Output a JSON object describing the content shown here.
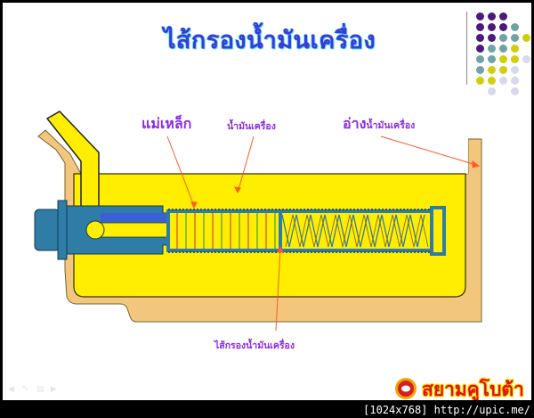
{
  "slide": {
    "title": "ไส้กรองน้ำมันเครื่อง",
    "labels": {
      "magnet": "แม่เหล็ก",
      "engine_oil": "น้ำมันเครื่อง",
      "oil_pan_bold": "อ่าง",
      "oil_pan_rest": "น้ำมันเครื่อง",
      "oil_filter": "ไส้กรองน้ำมันเครื่อง"
    },
    "brand": {
      "name": "สยามคูโบต้า",
      "logo_icon": "elephant-gear-logo-icon"
    },
    "nav_icons": [
      "back-arrow-icon",
      "pen-icon",
      "menu-icon",
      "forward-arrow-icon"
    ]
  },
  "colors": {
    "oil_yellow": "#ffee00",
    "housing_tan": "#f2c77d",
    "metal_blue": "#2f7ca6",
    "arrow_red": "#ff5a2a",
    "label_purple": "#8b2be2",
    "title_blue": "#3a3ad8",
    "brand_red": "#e10f0f"
  },
  "watermark": "[1024x768] http://upic.me/"
}
